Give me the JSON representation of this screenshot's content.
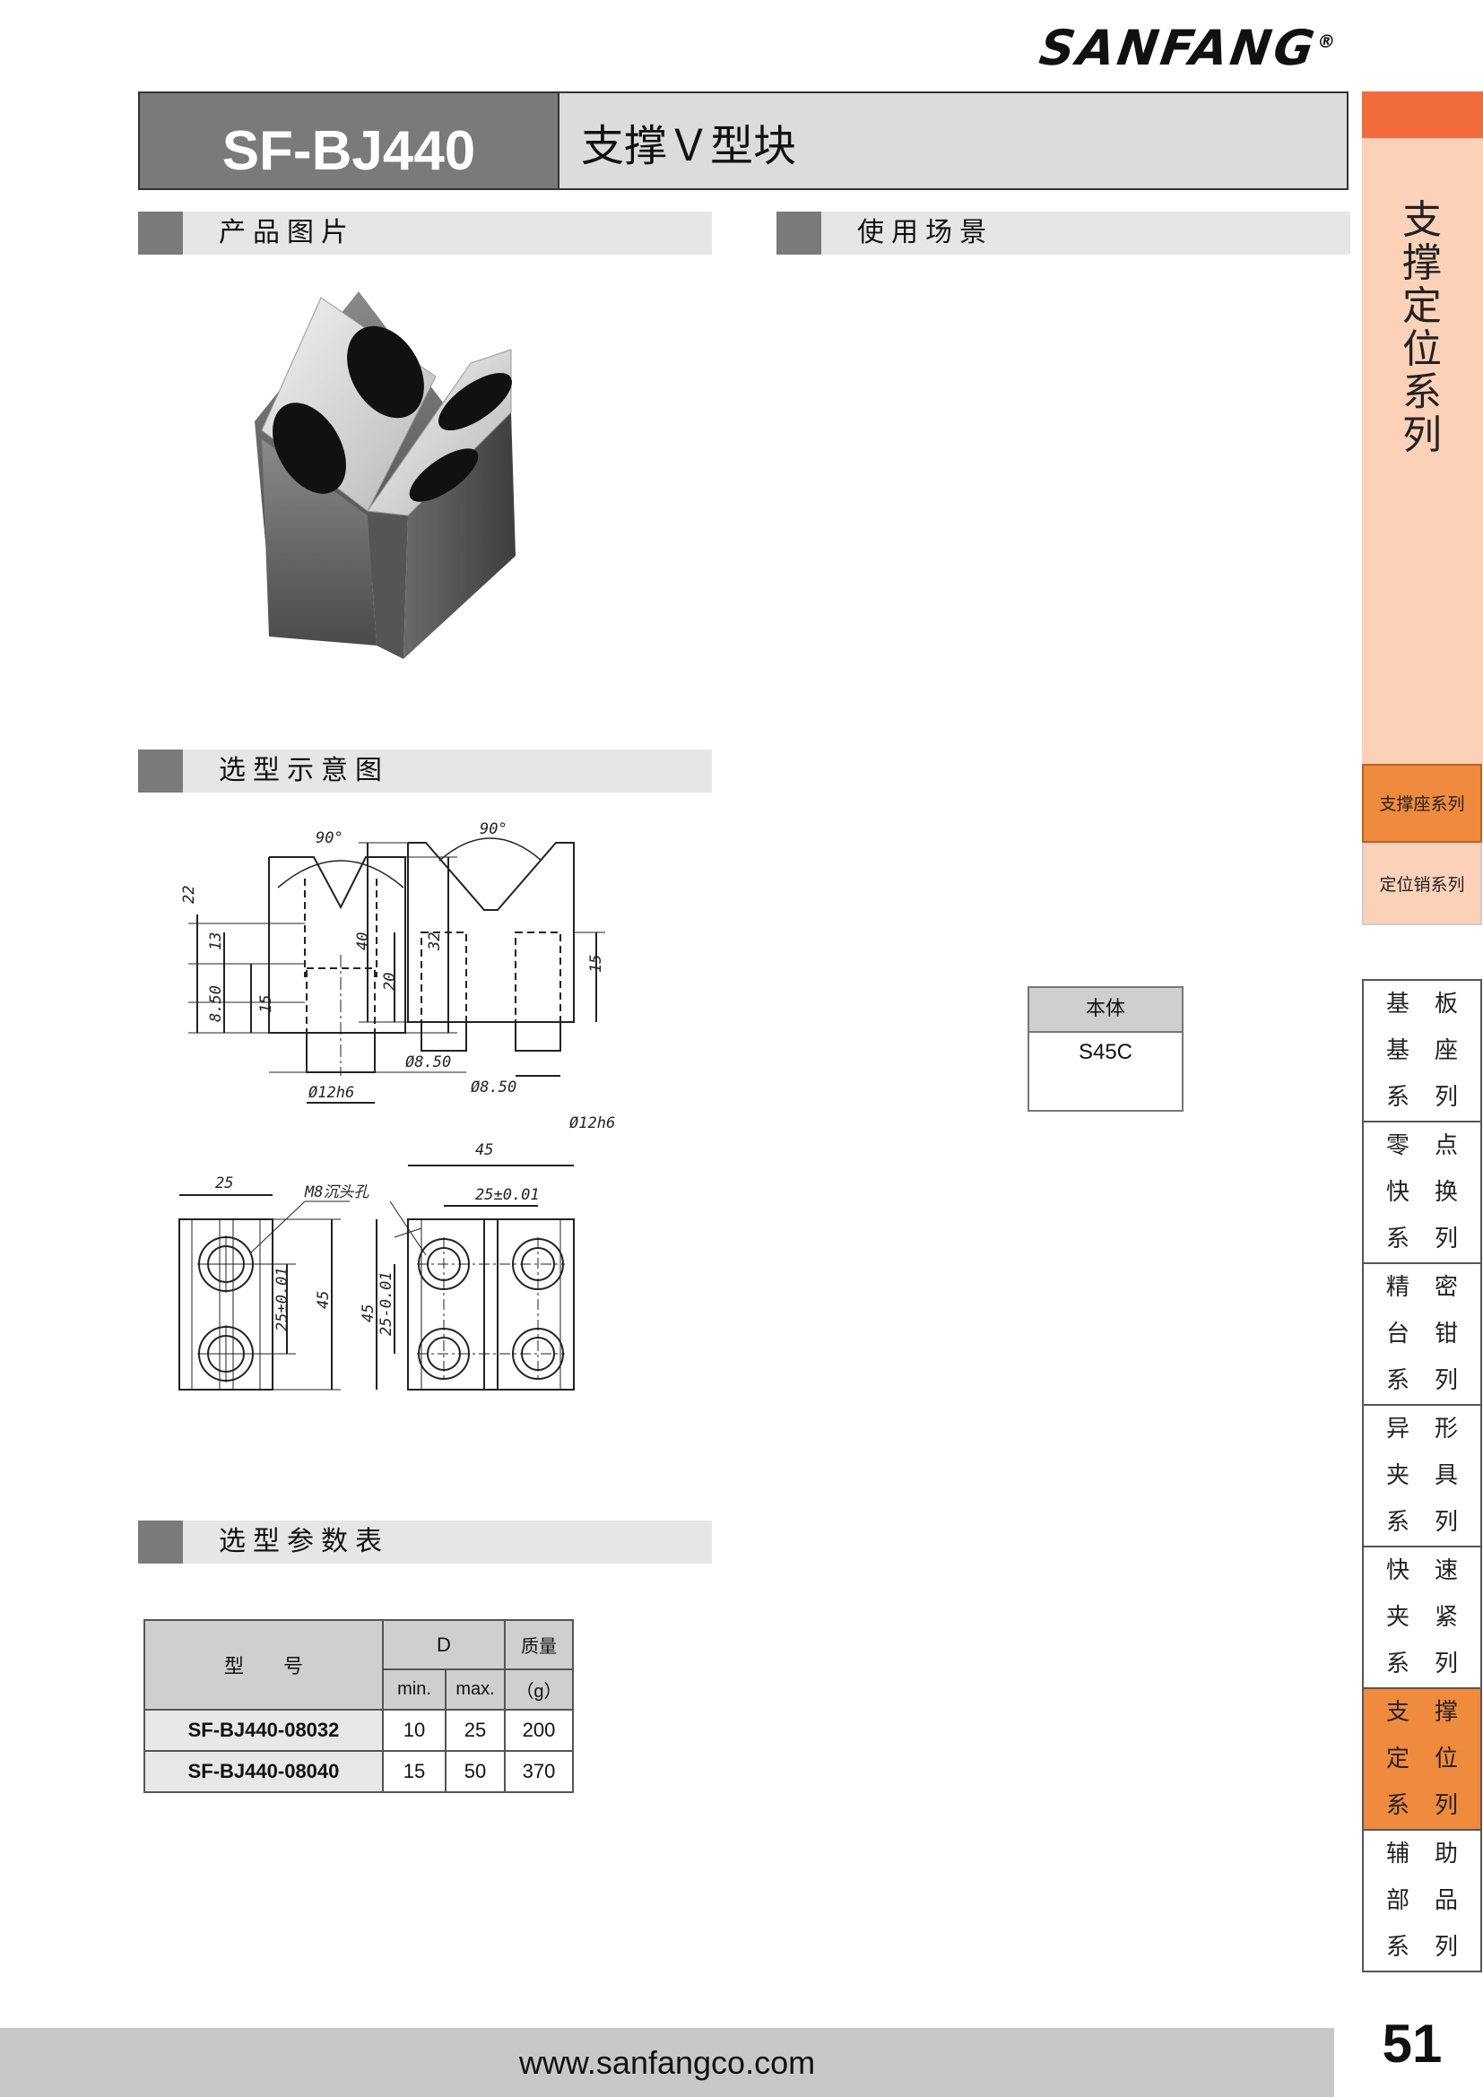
{
  "brand": {
    "name": "SANFANG",
    "reg": "®"
  },
  "header": {
    "model": "SF-BJ440",
    "product_name": "支撑Ｖ型块"
  },
  "sections": {
    "photo": "产品图片",
    "scene": "使用场景",
    "diagram": "选型示意图",
    "params": "选型参数表"
  },
  "side": {
    "series_title": "支撑定位系列",
    "sub_items": [
      "支撑座系列",
      "定位销系列"
    ],
    "nav": [
      {
        "rows": [
          [
            "基",
            "板"
          ],
          [
            "基",
            "座"
          ],
          [
            "系",
            "列"
          ]
        ],
        "active": false
      },
      {
        "rows": [
          [
            "零",
            "点"
          ],
          [
            "快",
            "换"
          ],
          [
            "系",
            "列"
          ]
        ],
        "active": false
      },
      {
        "rows": [
          [
            "精",
            "密"
          ],
          [
            "台",
            "钳"
          ],
          [
            "系",
            "列"
          ]
        ],
        "active": false
      },
      {
        "rows": [
          [
            "异",
            "形"
          ],
          [
            "夹",
            "具"
          ],
          [
            "系",
            "列"
          ]
        ],
        "active": false
      },
      {
        "rows": [
          [
            "快",
            "速"
          ],
          [
            "夹",
            "紧"
          ],
          [
            "系",
            "列"
          ]
        ],
        "active": false
      },
      {
        "rows": [
          [
            "支",
            "撑"
          ],
          [
            "定",
            "位"
          ],
          [
            "系",
            "列"
          ]
        ],
        "active": true
      },
      {
        "rows": [
          [
            "辅",
            "助"
          ],
          [
            "部",
            "品"
          ],
          [
            "系",
            "列"
          ]
        ],
        "active": false
      }
    ],
    "colors": {
      "accent": "#f26b3a",
      "light": "#fbd1b8",
      "active": "#f08a3c"
    }
  },
  "drawing": {
    "angle_left": "90°",
    "angle_right": "90°",
    "dims_left": [
      "22",
      "13",
      "8.50",
      "15",
      "32",
      "Ø8.50",
      "Ø12h6"
    ],
    "dims_right": [
      "40",
      "20",
      "15",
      "Ø8.50",
      "Ø12h6",
      "45"
    ],
    "dims_bottom_left": [
      "25",
      "25±0.01",
      "45"
    ],
    "dims_bottom_right": [
      "25±0.01",
      "45",
      "25-0.01"
    ],
    "hole_label": "M8沉头孔"
  },
  "material": {
    "header": "本体",
    "value": "S45C"
  },
  "table": {
    "h_model": "型　　号",
    "h_d": "D",
    "h_mass": "质量",
    "h_min": "min.",
    "h_max": "max.",
    "h_unit": "（g）",
    "rows": [
      {
        "model": "SF-BJ440-08032",
        "min": "10",
        "max": "25",
        "mass": "200"
      },
      {
        "model": "SF-BJ440-08040",
        "min": "15",
        "max": "50",
        "mass": "370"
      }
    ]
  },
  "footer": {
    "url": "www.sanfangco.com",
    "page": "51"
  }
}
